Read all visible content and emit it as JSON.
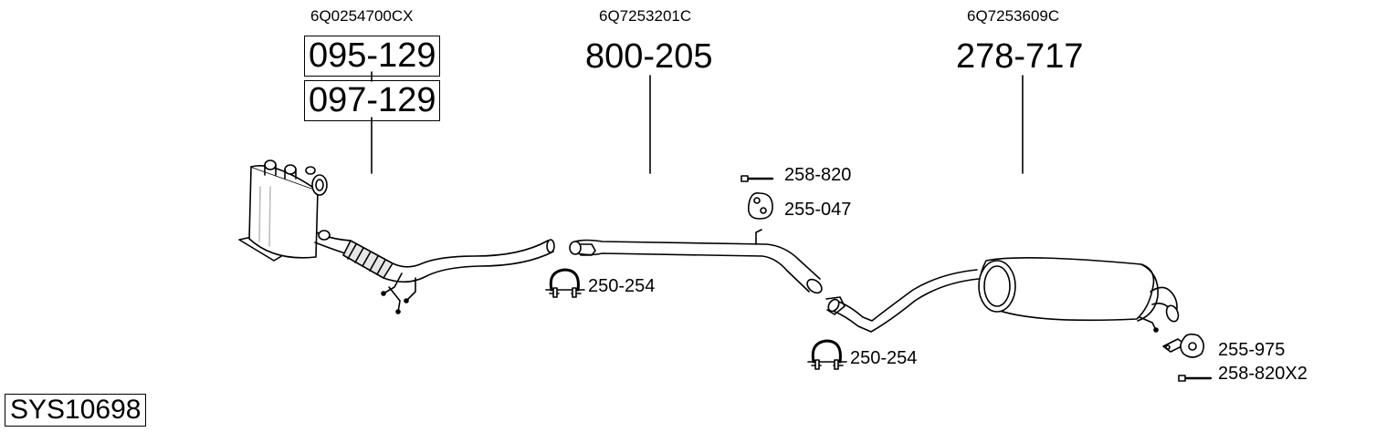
{
  "system_code": "SYS10698",
  "groups": [
    {
      "oem": "6Q0254700CX",
      "parts": [
        "095-129",
        "097-129"
      ]
    },
    {
      "oem": "6Q7253201C",
      "parts": [
        "800-205"
      ]
    },
    {
      "oem": "6Q7253609C",
      "parts": [
        "278-717"
      ]
    }
  ],
  "accessories": {
    "bolt_1": "258-820",
    "rubber_mount_1": "255-047",
    "clamp_1": "250-254",
    "clamp_2": "250-254",
    "rubber_mount_2": "255-975",
    "bolt_2": "258-820X2"
  },
  "colors": {
    "line": "#000000",
    "part_fill": "#ffffff",
    "shade": "#d9d9d9"
  }
}
